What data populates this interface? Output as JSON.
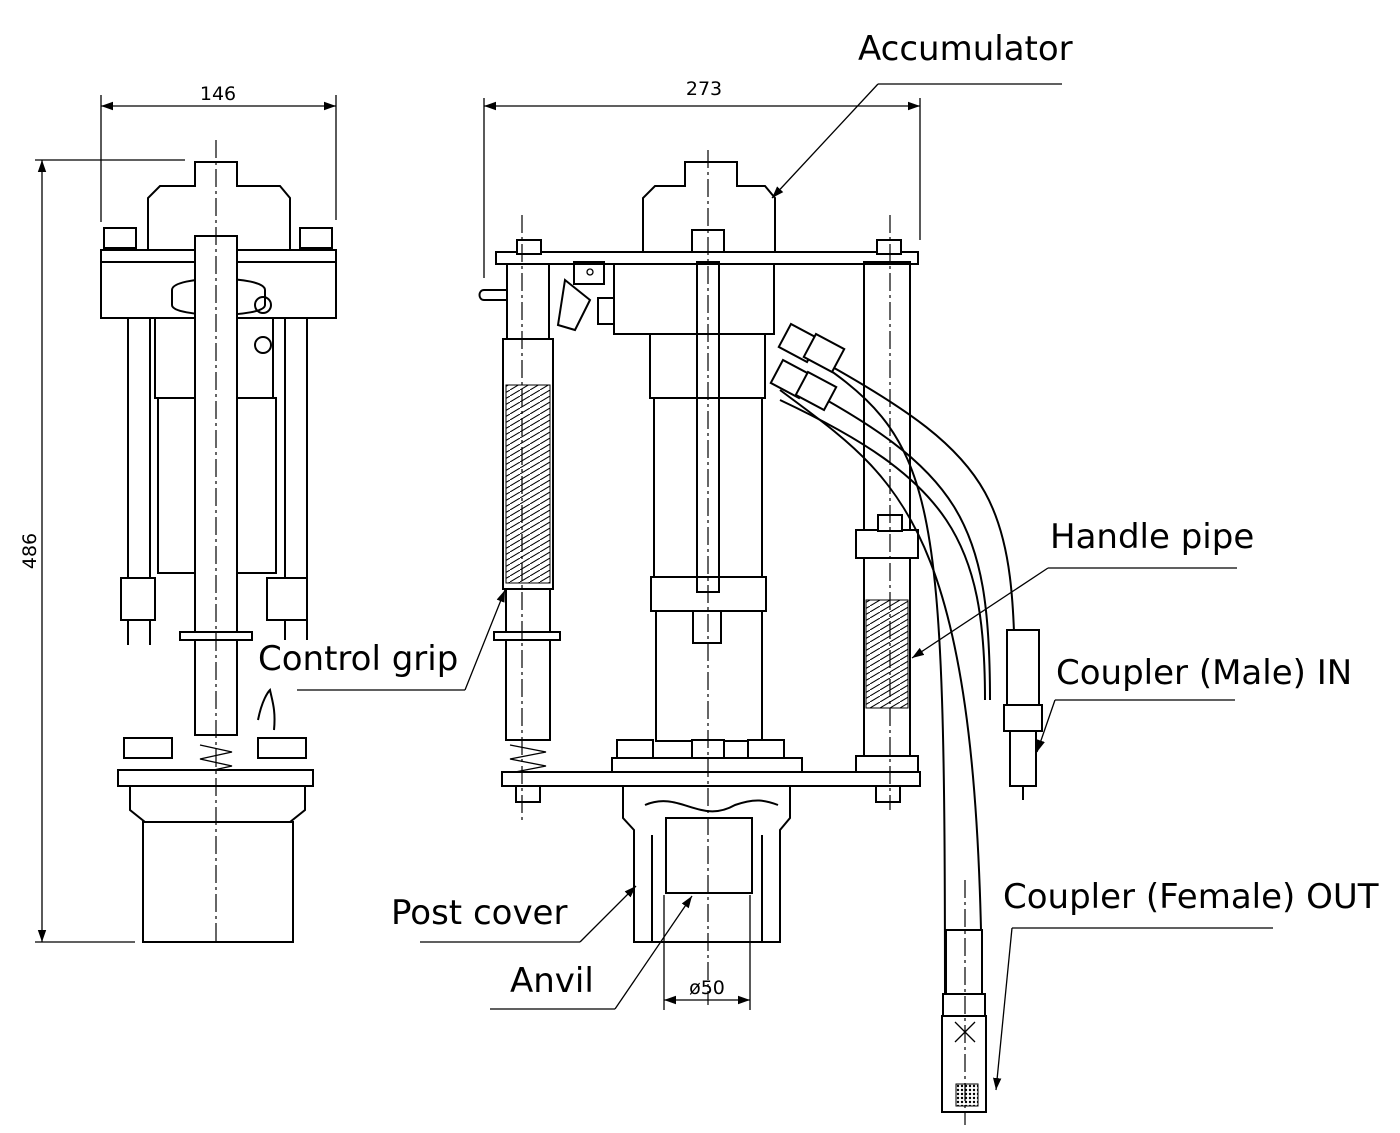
{
  "labels": {
    "accumulator": "Accumulator",
    "handle_pipe": "Handle pipe",
    "control_grip": "Control grip",
    "coupler_male_in": "Coupler (Male) IN",
    "coupler_female_out": "Coupler (Female) OUT",
    "post_cover": "Post cover",
    "anvil": "Anvil"
  },
  "dimensions": {
    "side_width": "146",
    "front_width": "273",
    "height": "486",
    "anvil_diameter": "ø50"
  }
}
